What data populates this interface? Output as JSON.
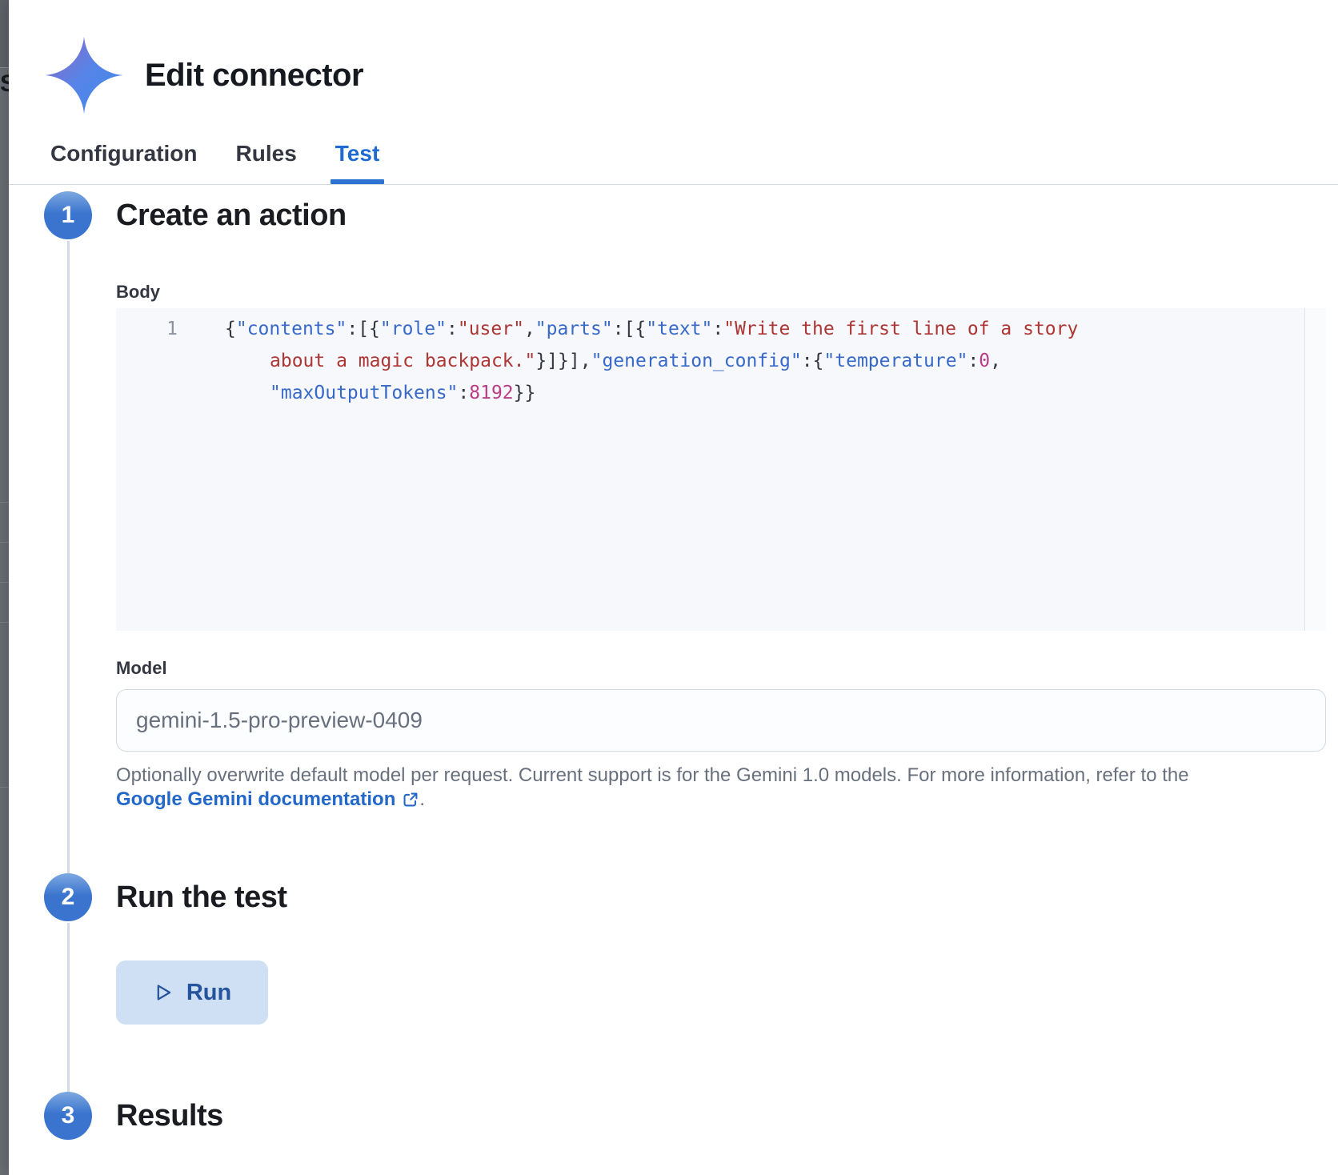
{
  "backdrop": {
    "partial_text": "S"
  },
  "flyout": {
    "title": "Edit connector",
    "tabs": [
      {
        "label": "Configuration",
        "active": false
      },
      {
        "label": "Rules",
        "active": false
      },
      {
        "label": "Test",
        "active": true
      }
    ],
    "steps": [
      {
        "number": "1",
        "title": "Create an action"
      },
      {
        "number": "2",
        "title": "Run the test"
      },
      {
        "number": "3",
        "title": "Results"
      }
    ],
    "body_field": {
      "label": "Body",
      "code_lines": [
        {
          "gutter": "1",
          "wrap": false,
          "tokens": [
            {
              "t": "p",
              "v": "{"
            },
            {
              "t": "k",
              "v": "\"contents\""
            },
            {
              "t": "p",
              "v": ":[{"
            },
            {
              "t": "k",
              "v": "\"role\""
            },
            {
              "t": "p",
              "v": ":"
            },
            {
              "t": "s",
              "v": "\"user\""
            },
            {
              "t": "p",
              "v": ","
            },
            {
              "t": "k",
              "v": "\"parts\""
            },
            {
              "t": "p",
              "v": ":[{"
            },
            {
              "t": "k",
              "v": "\"text\""
            },
            {
              "t": "p",
              "v": ":"
            },
            {
              "t": "s",
              "v": "\"Write the first line of a story"
            }
          ]
        },
        {
          "gutter": "",
          "wrap": true,
          "tokens": [
            {
              "t": "s",
              "v": "about a magic backpack.\""
            },
            {
              "t": "p",
              "v": "}]}],"
            },
            {
              "t": "k",
              "v": "\"generation_config\""
            },
            {
              "t": "p",
              "v": ":{"
            },
            {
              "t": "k",
              "v": "\"temperature\""
            },
            {
              "t": "p",
              "v": ":"
            },
            {
              "t": "n",
              "v": "0"
            },
            {
              "t": "p",
              "v": ","
            }
          ]
        },
        {
          "gutter": "",
          "wrap": true,
          "tokens": [
            {
              "t": "k",
              "v": "\"maxOutputTokens\""
            },
            {
              "t": "p",
              "v": ":"
            },
            {
              "t": "n",
              "v": "8192"
            },
            {
              "t": "p",
              "v": "}}"
            }
          ]
        }
      ]
    },
    "model_field": {
      "label": "Model",
      "value": "gemini-1.5-pro-preview-0409",
      "help_text": "Optionally overwrite default model per request. Current support is for the Gemini 1.0 models. For more information, refer to the",
      "link_label": "Google Gemini documentation",
      "help_suffix": "."
    },
    "run_button": {
      "label": "Run"
    },
    "colors": {
      "accent_blue": "#1f6ad1",
      "step_circle": "#3a74ce",
      "code_key": "#3769c9",
      "code_string": "#ad3533",
      "code_number": "#bb3d86",
      "run_button_bg": "#cfe0f5",
      "run_button_text": "#26549c",
      "link": "#2368c8",
      "editor_bg": "#f7f8fb"
    }
  }
}
